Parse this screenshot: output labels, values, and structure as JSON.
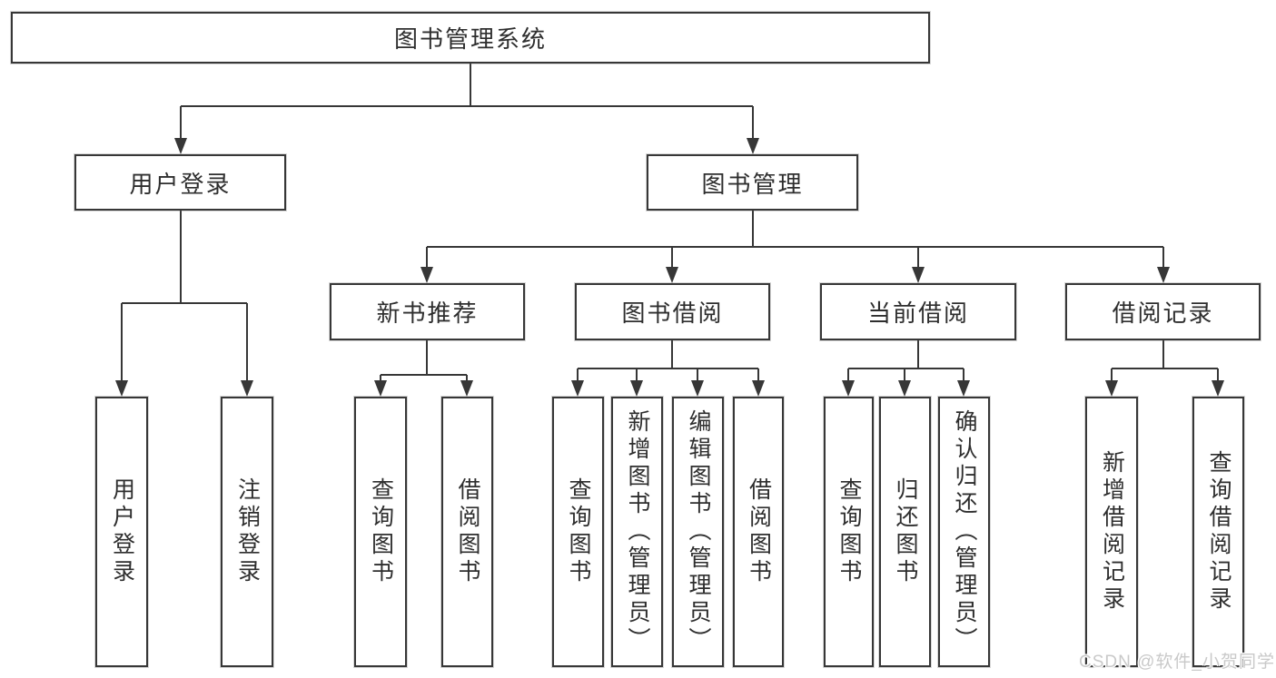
{
  "tree": {
    "root": "图书管理系统",
    "branches": [
      {
        "label": "用户登录",
        "leaves": [
          "用户登录",
          "注销登录"
        ]
      },
      {
        "label": "图书管理",
        "groups": [
          {
            "label": "新书推荐",
            "leaves": [
              "查询图书",
              "借阅图书"
            ]
          },
          {
            "label": "图书借阅",
            "leaves": [
              "查询图书",
              "新增图书（管理员）",
              "编辑图书（管理员）",
              "借阅图书"
            ]
          },
          {
            "label": "当前借阅",
            "leaves": [
              "查询图书",
              "归还图书",
              "确认归还（管理员）"
            ]
          },
          {
            "label": "借阅记录",
            "leaves": [
              "新增借阅记录",
              "查询借阅记录"
            ]
          }
        ]
      }
    ]
  },
  "watermark": "CSDN @软件_小贺同学",
  "colors": {
    "line": "#373737",
    "box_border": "#373737",
    "text": "#2e2e2e",
    "background": "#ffffff",
    "watermark": "#c9c9c9"
  }
}
